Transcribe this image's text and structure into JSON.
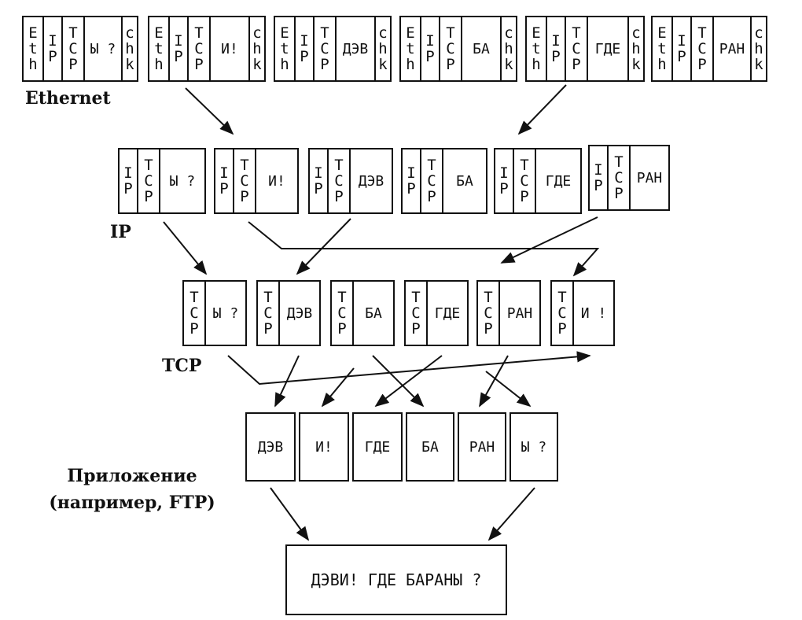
{
  "header_labels": {
    "eth": "Eth",
    "ip": "IP",
    "tcp": "TCP",
    "chk": "chk"
  },
  "layers": {
    "ethernet": {
      "label": "Ethernet",
      "payloads": [
        "Ы ?",
        "И!",
        "ДЭВ",
        "БА",
        "ГДЕ",
        "РАН"
      ]
    },
    "ip": {
      "label": "IP",
      "payloads": [
        "Ы ?",
        "И!",
        "ДЭВ",
        "БА",
        "ГДЕ",
        "РАН"
      ]
    },
    "tcp": {
      "label": "TCP",
      "payloads": [
        "Ы ?",
        "ДЭВ",
        "БА",
        "ГДЕ",
        "РАН",
        "И !"
      ]
    },
    "application": {
      "label_line1": "Приложение",
      "label_line2": "(например, FTP)",
      "payloads": [
        "ДЭВ",
        "И!",
        "ГДЕ",
        "БА",
        "РАН",
        "Ы ?"
      ]
    }
  },
  "final_message": "ДЭВИ! ГДЕ БАРАНЫ ?"
}
